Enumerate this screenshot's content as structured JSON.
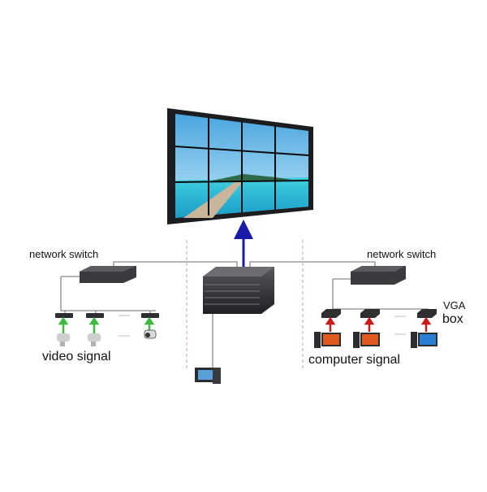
{
  "labels": {
    "switch_left": "network switch",
    "switch_right": "network switch",
    "video_signal": "video signal",
    "computer_signal": "computer signal",
    "vga_line1": "VGA",
    "vga_line2": "box"
  },
  "colors": {
    "link_line": "#8a8a8a",
    "divider": "#c8a0a0",
    "up_arrow": "#1a1aa8",
    "signal_arrow_green": "#3dbb3d",
    "signal_arrow_red": "#d01818",
    "device_dark": "#2e2f33",
    "sky": "#78c8ee",
    "sea": "#2eb8d8"
  },
  "diagram": {
    "video_wall_grid": "4x3",
    "video_sources": [
      "camera",
      "camera",
      "camera"
    ],
    "computer_sources": [
      "computer",
      "computer",
      "computer"
    ]
  }
}
